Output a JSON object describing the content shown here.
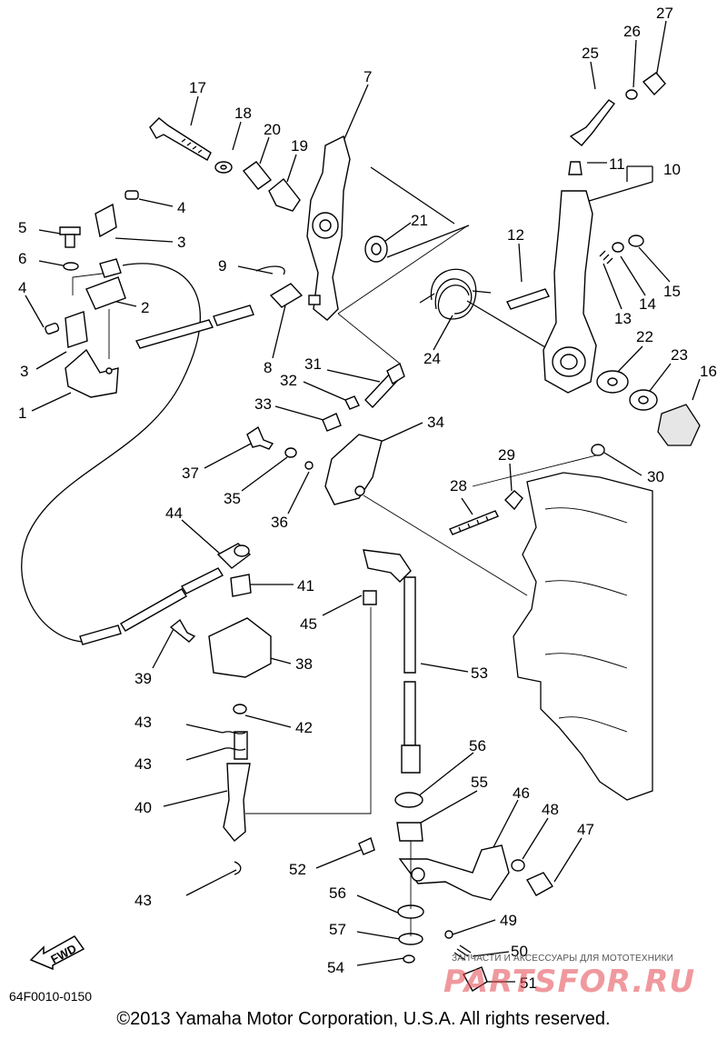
{
  "diagram": {
    "ref_code": "64F0010-0150",
    "copyright": "©2013 Yamaha Motor Corporation, U.S.A. All rights reserved.",
    "fwd_label": "FWD",
    "watermark": {
      "subtitle": "ЗАПЧАСТИ И АКСЕССУАРЫ ДЛЯ МОТОТЕХНИКИ",
      "logo": "PARTSFOR.RU"
    },
    "labels": [
      "1",
      "2",
      "3",
      "3",
      "4",
      "4",
      "5",
      "6",
      "7",
      "8",
      "9",
      "10",
      "11",
      "12",
      "13",
      "14",
      "15",
      "16",
      "17",
      "18",
      "19",
      "20",
      "21",
      "22",
      "23",
      "24",
      "25",
      "26",
      "27",
      "28",
      "29",
      "30",
      "31",
      "32",
      "33",
      "34",
      "35",
      "36",
      "37",
      "38",
      "39",
      "40",
      "41",
      "42",
      "43",
      "43",
      "43",
      "44",
      "45",
      "46",
      "47",
      "48",
      "49",
      "50",
      "51",
      "52",
      "53",
      "54",
      "55",
      "56",
      "56",
      "57"
    ]
  }
}
